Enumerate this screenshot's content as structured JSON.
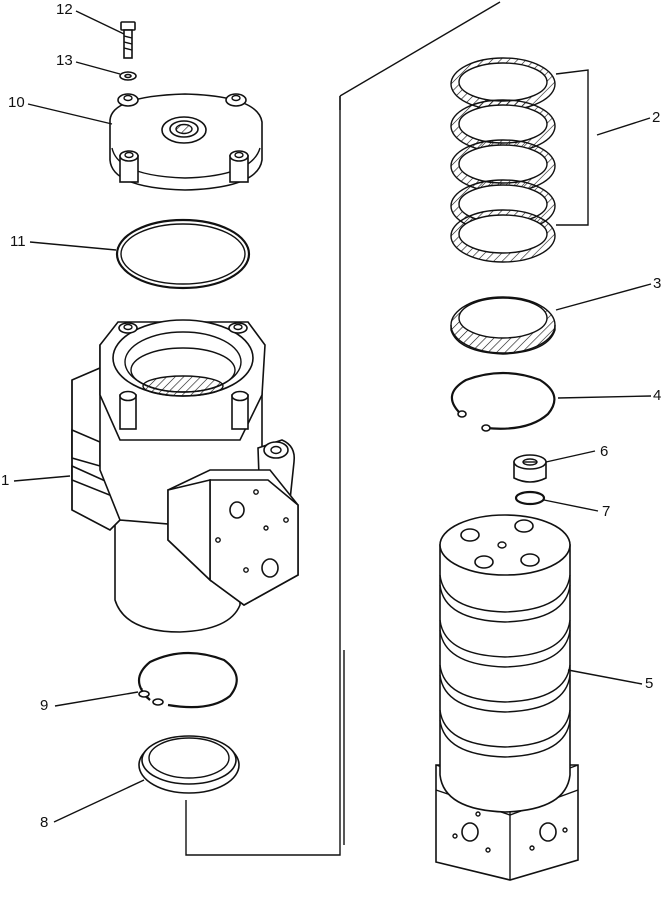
{
  "diagram": {
    "callouts": [
      {
        "id": "1",
        "text": "1"
      },
      {
        "id": "2",
        "text": "2"
      },
      {
        "id": "3",
        "text": "3"
      },
      {
        "id": "4",
        "text": "4"
      },
      {
        "id": "5",
        "text": "5"
      },
      {
        "id": "6",
        "text": "6"
      },
      {
        "id": "7",
        "text": "7"
      },
      {
        "id": "8",
        "text": "8"
      },
      {
        "id": "9",
        "text": "9"
      },
      {
        "id": "10",
        "text": "10"
      },
      {
        "id": "11",
        "text": "11"
      },
      {
        "id": "12",
        "text": "12"
      },
      {
        "id": "13",
        "text": "13"
      }
    ]
  },
  "colors": {
    "line": "#111111",
    "background": "#ffffff"
  }
}
